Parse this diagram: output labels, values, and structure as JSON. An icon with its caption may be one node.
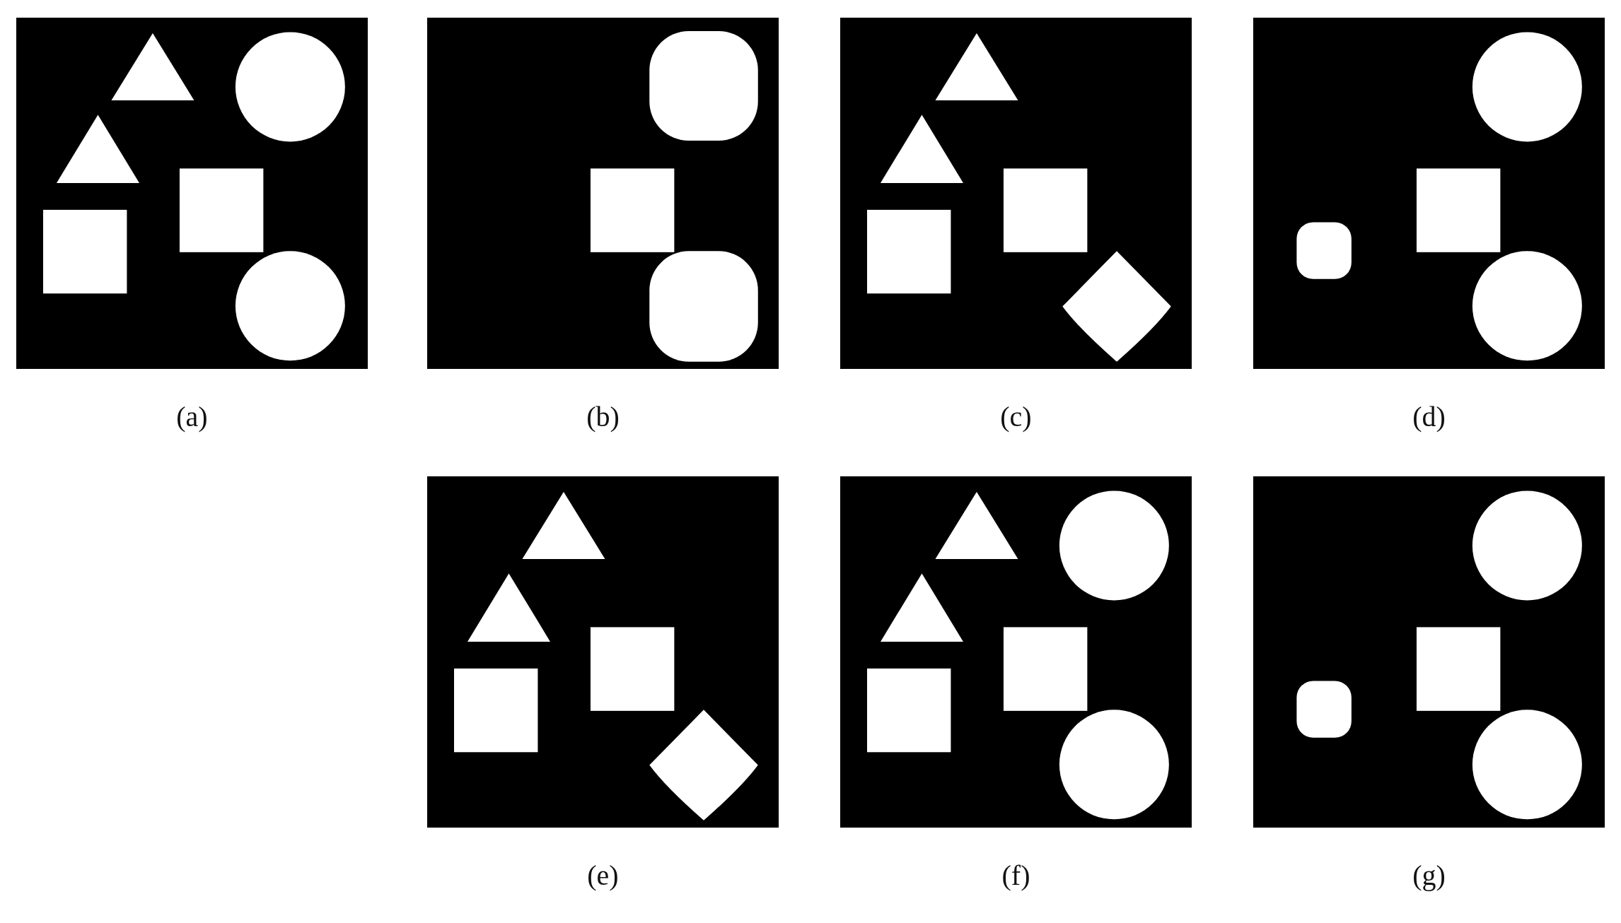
{
  "diagram": {
    "labels": [
      "(a)",
      "(b)",
      "(c)",
      "(d)",
      "(e)",
      "(f)",
      "(g)"
    ]
  }
}
